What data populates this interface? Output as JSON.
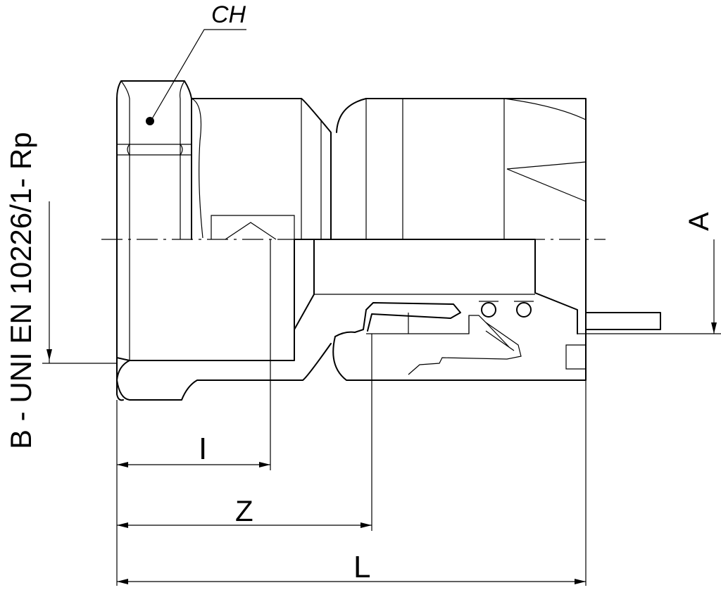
{
  "labels": {
    "wrench_size": "CH",
    "thread_standard": "B - UNI EN 10226/1- Rp",
    "dim_thread_length": "I",
    "dim_z": "Z",
    "dim_total_length": "L",
    "dim_a": "A"
  },
  "colors": {
    "line": "#000000",
    "background": "#ffffff"
  }
}
